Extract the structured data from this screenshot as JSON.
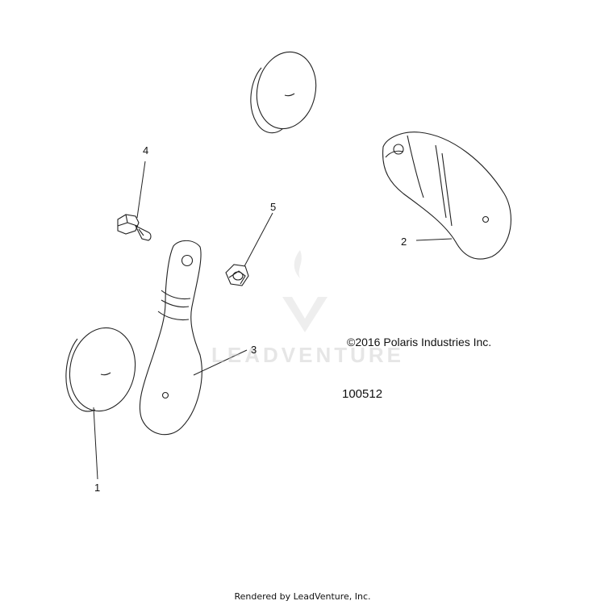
{
  "diagram": {
    "callouts": {
      "c1": "1",
      "c2": "2",
      "c3": "3",
      "c4": "4",
      "c5": "5"
    },
    "copyright": "©2016 Polaris Industries Inc.",
    "doc_number": "100512",
    "watermark_text": "LEADVENTURE",
    "footer": "Rendered by LeadVenture, Inc."
  }
}
